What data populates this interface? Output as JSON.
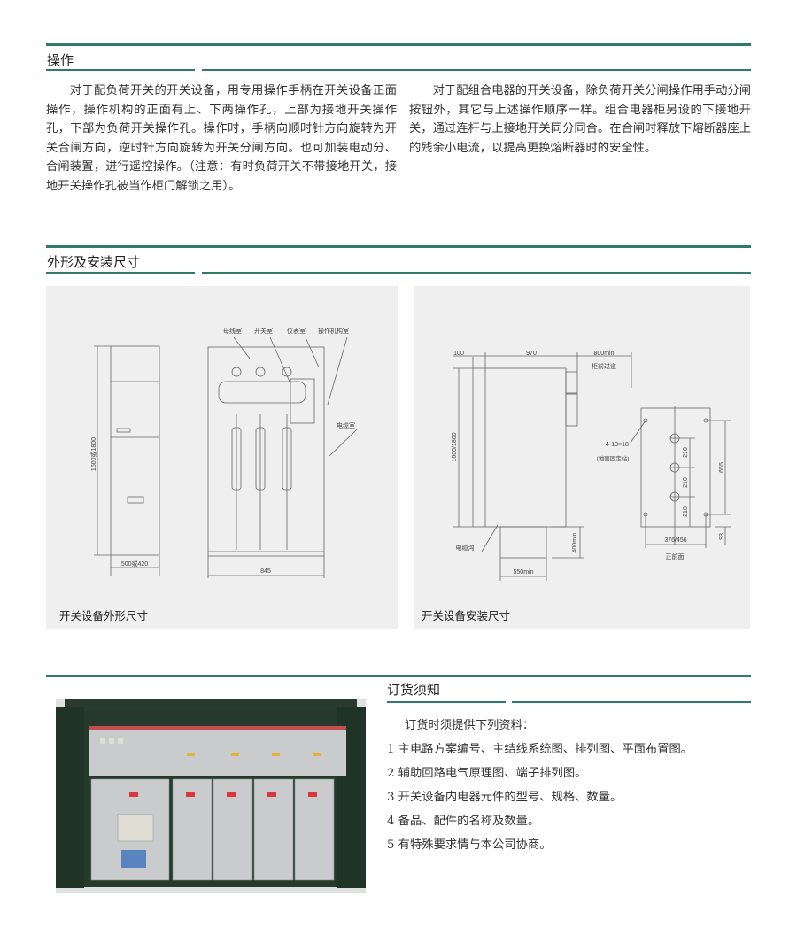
{
  "operation": {
    "title": "操作",
    "left_paragraph": "对于配负荷开关的开关设备，用专用操作手柄在开关设备正面操作，操作机构的正面有上、下两操作孔，上部为接地开关操作孔，下部为负荷开关操作孔。操作时，手柄向顺时针方向旋转为开关合闸方向，逆时针方向旋转为开关分闸方向。也可加装电动分、合闸装置，进行遥控操作。（注意：有时负荷开关不带接地开关，接地开关操作孔被当作柜门解锁之用）。",
    "right_paragraph": "对于配组合电器的开关设备，除负荷开关分闸操作用手动分闸按钮外，其它与上述操作顺序一样。组合电器柜另设的下接地开关，通过连杆与上接地开关同分同合。在合闸时释放下熔断器座上的残余小电流，以提高更换熔断器时的安全性。"
  },
  "dimensions": {
    "title": "外形及安装尺寸",
    "outline": {
      "caption": "开关设备外形尺寸",
      "height_label": "1600或1800",
      "width_label": "500或420",
      "depth_label": "845",
      "labels": [
        "母线室",
        "开关室",
        "仪表室",
        "操作机构室",
        "电缆室"
      ]
    },
    "install": {
      "caption": "开关设备安装尺寸",
      "dim_100": "100",
      "dim_970": "970",
      "dim_800": "800min",
      "aisle": "柜前过道",
      "height": "1600/1800",
      "trench": "电缆沟",
      "trench_depth": "400min",
      "trench_width": "550min",
      "holes": "4-13×18",
      "holes_note": "(地面固定站)",
      "spacing": "210",
      "dim_655": "655",
      "dim_376": "376/456",
      "dim_93": "93",
      "front": "正前面"
    }
  },
  "ordering": {
    "title": "订货须知",
    "intro": "订货时须提供下列资料：",
    "items": [
      "1 主电路方案编号、主结线系统图、排列图、平面布置图。",
      "2 辅助回路电气原理图、端子排列图。",
      "3 开关设备内电器元件的型号、规格、数量。",
      "4 备品、配件的名称及数量。",
      "5 有特殊要求情与本公司协商。"
    ]
  },
  "colors": {
    "accent": "#2f7a6e",
    "panel_bg": "#efefef"
  }
}
